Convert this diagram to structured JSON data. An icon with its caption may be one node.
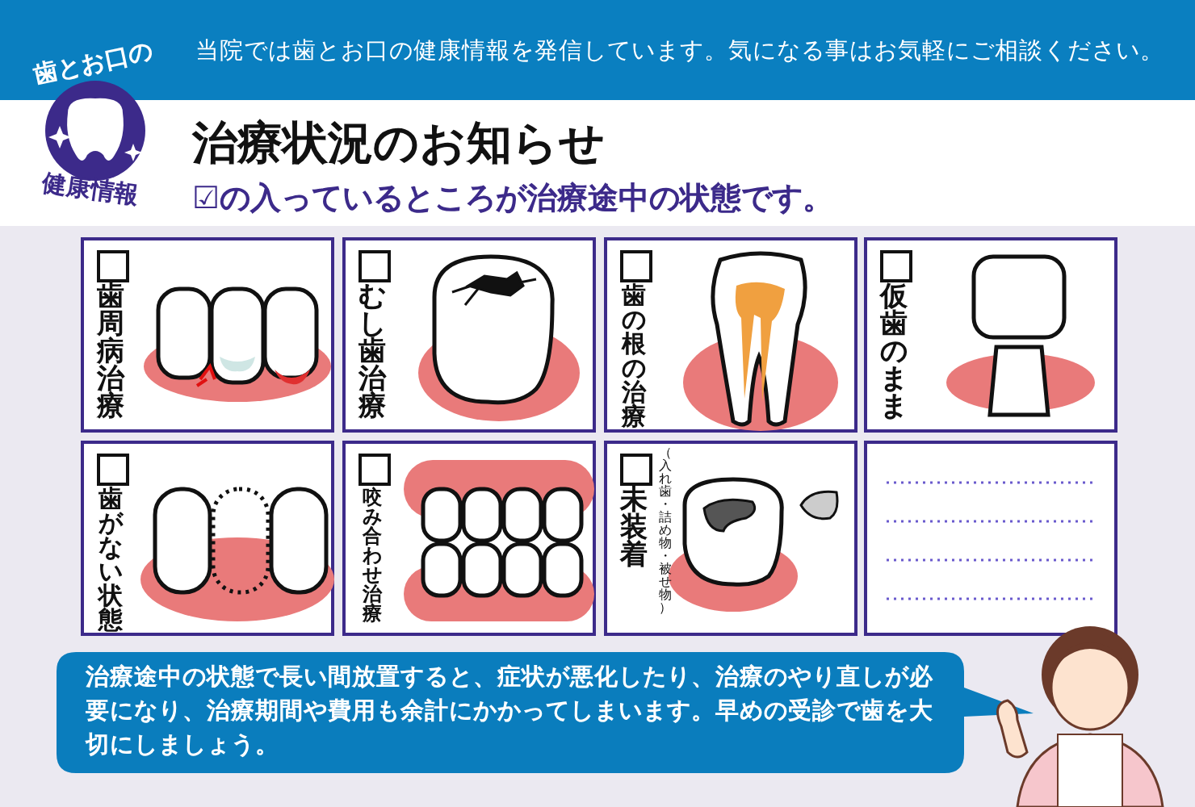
{
  "diagram": {
    "title": "治療状況のお知らせ",
    "nodes": [
      {
        "text": [
          "歯周病治療"
        ]
      },
      {
        "text": [
          "むし歯治療"
        ]
      },
      {
        "text": [
          "歯の根の治療"
        ]
      },
      {
        "text": [
          "仮歯のまま"
        ]
      },
      {
        "text": [
          "歯がない状態"
        ]
      },
      {
        "text": [
          "咬み合わせ治療"
        ]
      },
      {
        "text": [
          "未装着",
          "（入れ歯・詰め物・被せ物）"
        ]
      },
      {
        "text": [],
        "shape": "box"
      },
      {
        "text": [
          "治療途中の状態で長い間放置すると、症状が悪化したり、治療のやり直しが必要になり、治療期間や費用も余計にかかってしまいます。早めの受診で歯を大切にしましょう。"
        ]
      },
      {
        "text": [
          "歯とお口の",
          "健康情報"
        ]
      }
    ],
    "edges": [],
    "labels": [
      "当院では歯とお口の健康情報を発信しています。気になる事はお気軽にご相談ください。",
      "☑の入っているところが治療途中の状態です。"
    ]
  }
}
